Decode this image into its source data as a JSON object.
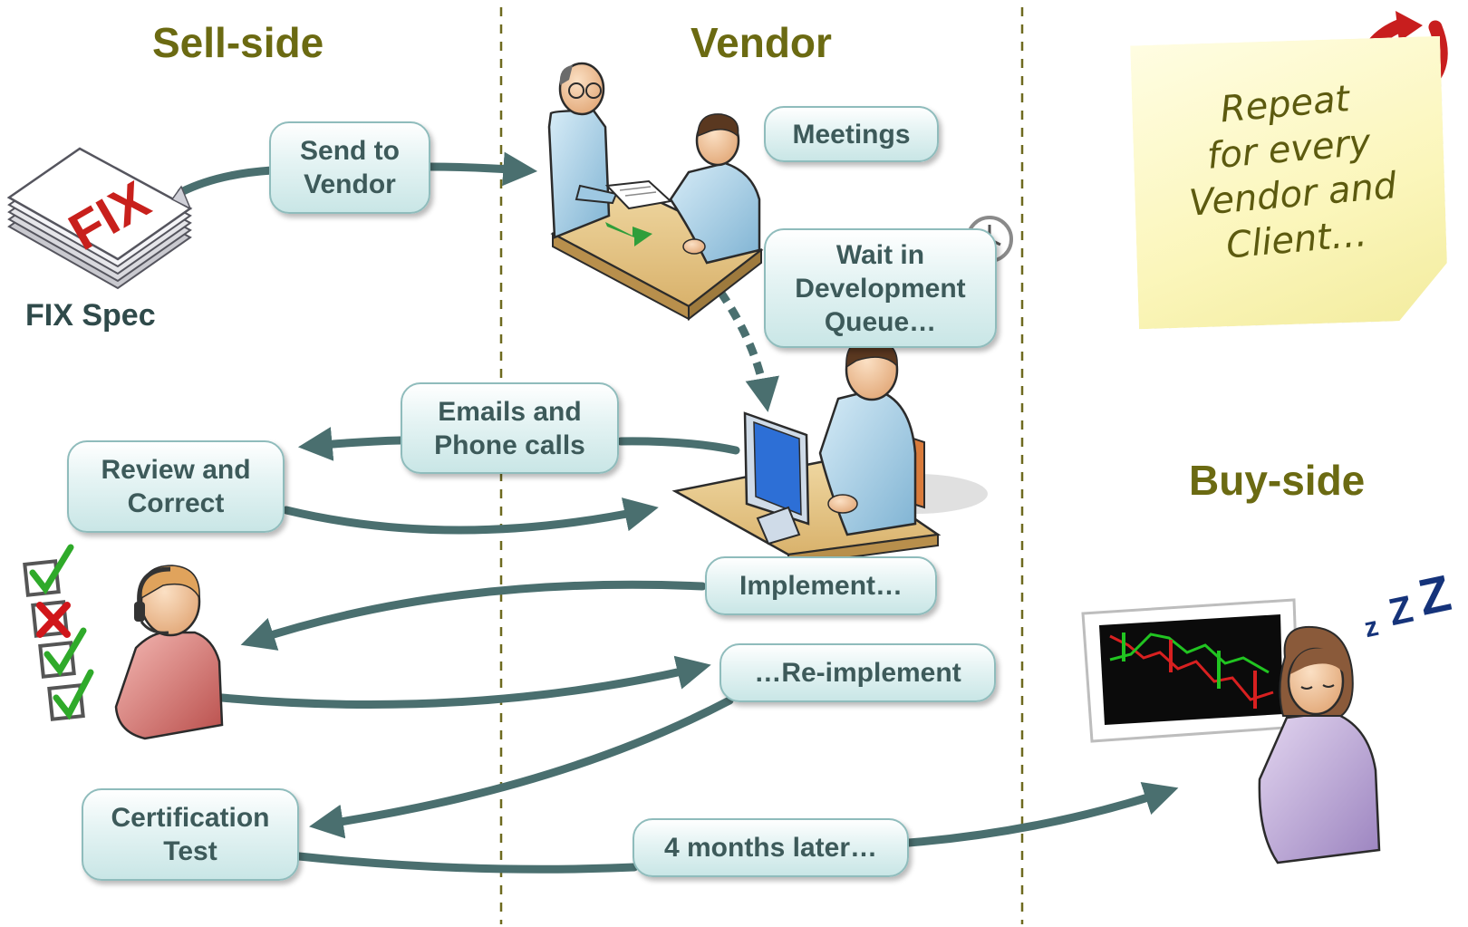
{
  "lanes": {
    "sell_side": "Sell-side",
    "vendor": "Vendor",
    "buy_side": "Buy-side"
  },
  "fix_spec": {
    "doc_text": "FIX",
    "caption": "FIX Spec"
  },
  "boxes": {
    "send_to_vendor": "Send to\nVendor",
    "meetings": "Meetings",
    "wait_queue": "Wait in\nDevelopment\nQueue…",
    "emails_phone": "Emails and\nPhone calls",
    "review_correct": "Review and\nCorrect",
    "implement": "Implement…",
    "reimplement": "…Re-implement",
    "certification": "Certification\nTest",
    "four_months": "4 months later…"
  },
  "note": {
    "text": "Repeat\nfor every\nVendor and\nClient…"
  },
  "sleep": {
    "zzz": [
      "z",
      "Z",
      "Z"
    ]
  },
  "colors": {
    "lane_title": "#6b6a12",
    "arrow": "#4a6f6f",
    "box_border": "#8fbcbc",
    "box_text": "#3d5a5a",
    "fix_red": "#c8201c",
    "sticky": "#fbf6bb",
    "zzz": "#15337a"
  }
}
